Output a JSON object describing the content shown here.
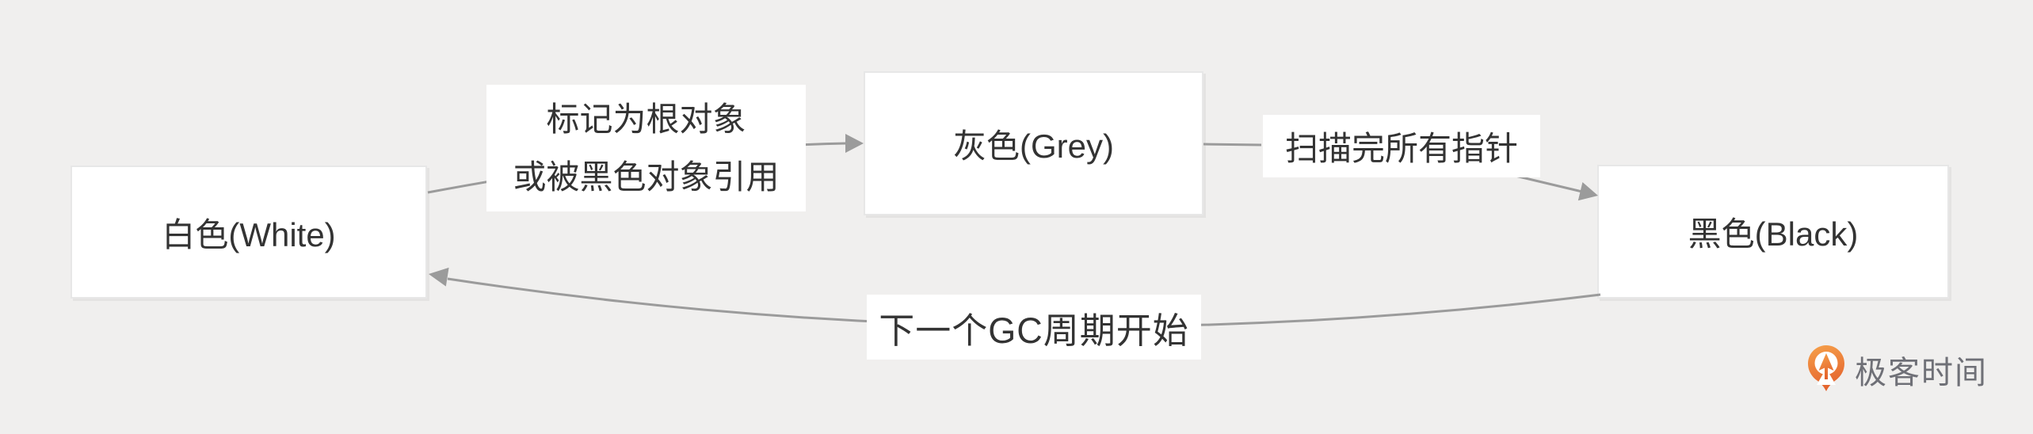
{
  "page": {
    "background_color": "#f0efee"
  },
  "diagram": {
    "nodes": [
      {
        "id": "white",
        "label": "白色(White)"
      },
      {
        "id": "grey",
        "label": "灰色(Grey)"
      },
      {
        "id": "black",
        "label": "黑色(Black)"
      }
    ],
    "edges": [
      {
        "id": "white-to-grey",
        "label_line1": "标记为根对象",
        "label_line2": "或被黑色对象引用"
      },
      {
        "id": "grey-to-black",
        "label": "扫描完所有指针"
      },
      {
        "id": "black-to-white",
        "label": "下一个GC周期开始"
      }
    ],
    "colors": {
      "connector": "#9b9b9b",
      "node_background": "#ffffff",
      "node_border": "#e7e7e7",
      "label_background": "#ffffff",
      "text": "#333333"
    }
  },
  "branding": {
    "logo_text": "极客时间",
    "logo_text_color": "#6f7077",
    "icon": "geektime-pin-icon",
    "icon_gradient_top": "#f6a14b",
    "icon_gradient_bottom": "#e4632d"
  }
}
